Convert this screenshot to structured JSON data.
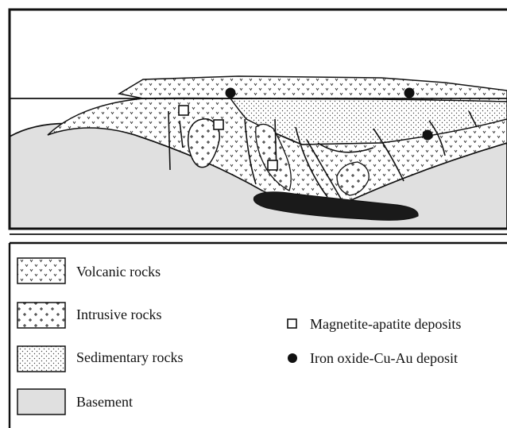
{
  "colors": {
    "line": "#111111",
    "basement_fill": "#e0e0e0",
    "deposit_dot": "#111111",
    "lens_fill": "#1a1a1a"
  },
  "legend": {
    "rock_units": [
      {
        "label": "Volcanic rocks",
        "pattern": "volcanic"
      },
      {
        "label": "Intrusive rocks",
        "pattern": "intrusive"
      },
      {
        "label": "Sedimentary rocks",
        "pattern": "sedimentary"
      },
      {
        "label": "Basement",
        "pattern": "basement"
      }
    ],
    "deposits": [
      {
        "label": "Magnetite-apatite deposits",
        "symbol": "open-square"
      },
      {
        "label": "Iron oxide-Cu-Au deposit",
        "symbol": "filled-circle"
      }
    ]
  }
}
